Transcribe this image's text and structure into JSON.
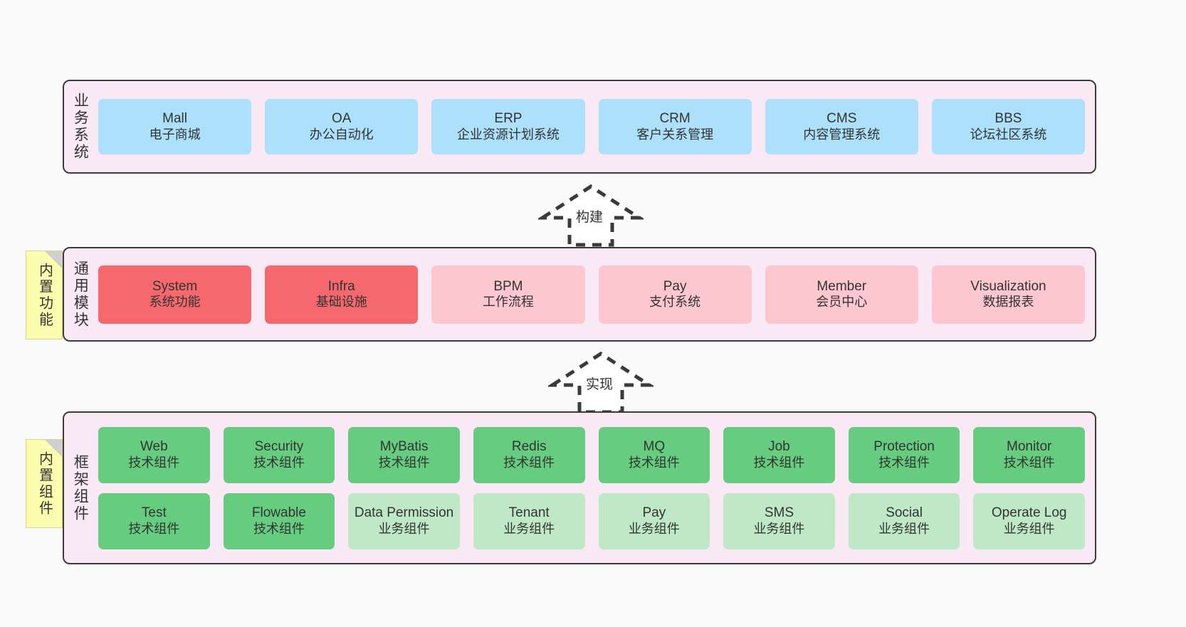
{
  "diagram": {
    "background_color": "#fafafa",
    "layer_fill": "#f9e9f4",
    "layer_border": "#3b3b3b",
    "note_fill": "#fdfdb0",
    "colors": {
      "blue": "#ace0fb",
      "red": "#f4686e",
      "pink": "#fcc7cf",
      "green": "#66cc7f",
      "green_light": "#bfe8c7"
    }
  },
  "layers": [
    {
      "id": "business",
      "title": "业务系统",
      "rows": [
        [
          {
            "en": "Mall",
            "cn": "电子商城",
            "color": "blue"
          },
          {
            "en": "OA",
            "cn": "办公自动化",
            "color": "blue"
          },
          {
            "en": "ERP",
            "cn": "企业资源计划系统",
            "color": "blue"
          },
          {
            "en": "CRM",
            "cn": "客户关系管理",
            "color": "blue"
          },
          {
            "en": "CMS",
            "cn": "内容管理系统",
            "color": "blue"
          },
          {
            "en": "BBS",
            "cn": "论坛社区系统",
            "color": "blue"
          }
        ]
      ]
    },
    {
      "id": "module",
      "title": "通用模块",
      "note": "内置功能",
      "rows": [
        [
          {
            "en": "System",
            "cn": "系统功能",
            "color": "red"
          },
          {
            "en": "Infra",
            "cn": "基础设施",
            "color": "red"
          },
          {
            "en": "BPM",
            "cn": "工作流程",
            "color": "pink"
          },
          {
            "en": "Pay",
            "cn": "支付系统",
            "color": "pink"
          },
          {
            "en": "Member",
            "cn": "会员中心",
            "color": "pink"
          },
          {
            "en": "Visualization",
            "cn": "数据报表",
            "color": "pink"
          }
        ]
      ]
    },
    {
      "id": "frame",
      "title": "框架组件",
      "note": "内置组件",
      "rows": [
        [
          {
            "en": "Web",
            "cn": "技术组件",
            "color": "green"
          },
          {
            "en": "Security",
            "cn": "技术组件",
            "color": "green"
          },
          {
            "en": "MyBatis",
            "cn": "技术组件",
            "color": "green"
          },
          {
            "en": "Redis",
            "cn": "技术组件",
            "color": "green"
          },
          {
            "en": "MQ",
            "cn": "技术组件",
            "color": "green"
          },
          {
            "en": "Job",
            "cn": "技术组件",
            "color": "green"
          },
          {
            "en": "Protection",
            "cn": "技术组件",
            "color": "green"
          },
          {
            "en": "Monitor",
            "cn": "技术组件",
            "color": "green"
          }
        ],
        [
          {
            "en": "Test",
            "cn": "技术组件",
            "color": "green"
          },
          {
            "en": "Flowable",
            "cn": "技术组件",
            "color": "green"
          },
          {
            "en": "Data Permission",
            "cn": "业务组件",
            "color": "green_light"
          },
          {
            "en": "Tenant",
            "cn": "业务组件",
            "color": "green_light"
          },
          {
            "en": "Pay",
            "cn": "业务组件",
            "color": "green_light"
          },
          {
            "en": "SMS",
            "cn": "业务组件",
            "color": "green_light"
          },
          {
            "en": "Social",
            "cn": "业务组件",
            "color": "green_light"
          },
          {
            "en": "Operate Log",
            "cn": "业务组件",
            "color": "green_light"
          }
        ]
      ]
    }
  ],
  "connectors": [
    {
      "id": "build",
      "label": "构建",
      "from": "module",
      "to": "business"
    },
    {
      "id": "implement",
      "label": "实现",
      "from": "frame",
      "to": "module"
    }
  ]
}
